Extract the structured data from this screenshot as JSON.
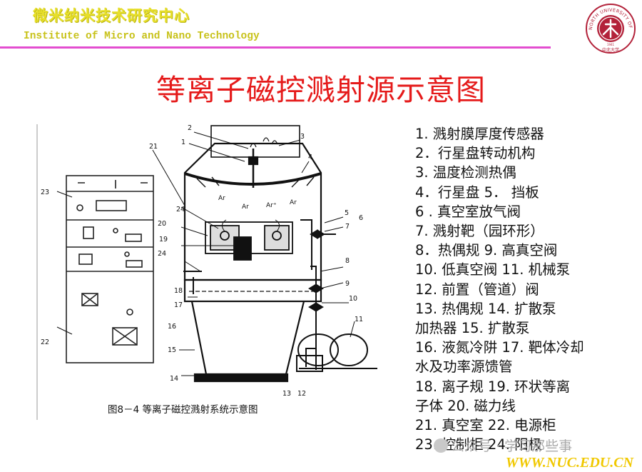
{
  "header": {
    "institute_cn": "微米纳米技术研究中心",
    "institute_en": "Institute of Micro and Nano Technology",
    "logo_text": "NORTH UNIVERSITY OF CHINA",
    "logo_year": "1941",
    "logo_script": "中北大学"
  },
  "slide": {
    "title": "等离子磁控溅射源示意图"
  },
  "figure": {
    "caption": "图8－4  等离子磁控溅射系统示意图",
    "callouts": [
      "1",
      "2",
      "3",
      "4",
      "5",
      "6",
      "7",
      "8",
      "9",
      "10",
      "11",
      "12",
      "13",
      "14",
      "15",
      "16",
      "17",
      "18",
      "19",
      "20",
      "21",
      "22",
      "23",
      "24",
      "24"
    ],
    "gas_labels": [
      "Ar",
      "Ar",
      "Ar⁺",
      "Ar"
    ]
  },
  "legend": [
    "1. 溅射膜厚度传感器",
    "2．行星盘转动机构",
    "3.  温度检测热偶",
    "4．行星盘 5．   挡板",
    "6 . 真空室放气阀",
    "7.  溅射靶（园环形）",
    "8．热偶规 9.  高真空阀",
    "10.  低真空阀 11. 机械泵",
    "12.  前置（管道）阀",
    "13. 热偶规 14.  扩散泵",
    "加热器 15. 扩散泵",
    "16.  液氮冷阱 17.  靶体冷却",
    "水及功率源馈管",
    "18.  离子规 19.  环状等离",
    "子体 20.  磁力线",
    "21. 真空室 22.  电源柜",
    "23.  控制柜 24.  阳极"
  ],
  "watermark": "公众号 · 学习那些事",
  "footer": {
    "site": "WWW.NUC.EDU.CN"
  },
  "colors": {
    "title": "#e51a1a",
    "header_text": "#e8e02a",
    "rule": "#e34dd0",
    "logo": "#b3223a",
    "site": "#f0c800"
  }
}
